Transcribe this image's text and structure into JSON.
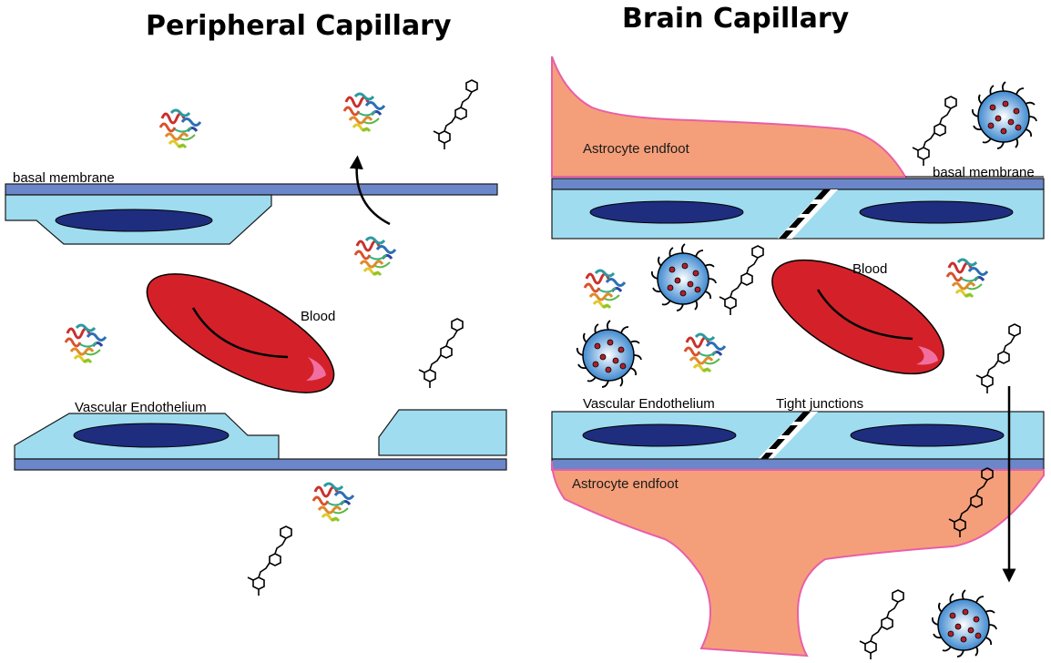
{
  "titles": {
    "peripheral": "Peripheral Capillary",
    "brain": "Brain Capillary"
  },
  "labels": {
    "basal_membrane_left": "basal membrane",
    "blood_left": "Blood",
    "vascular_endothelium_left": "Vascular Endothelium",
    "astrocyte_endfoot_top": "Astrocyte endfoot",
    "basal_membrane_right": "basal membrane",
    "blood_right": "Blood",
    "vascular_endothelium_right": "Vascular Endothelium",
    "tight_junctions": "Tight junctions",
    "astrocyte_endfoot_bottom": "Astrocyte endfoot"
  },
  "colors": {
    "membrane": "#6b86c9",
    "endothelium": "#9fdcef",
    "nucleus": "#1f2d7f",
    "rbc": "#d42129",
    "rbc_highlight": "#f06fa0",
    "astrocyte": "#f59f7a",
    "astrocyte_border": "#e85fa8",
    "nanoparticle": "#4a8fd0"
  }
}
